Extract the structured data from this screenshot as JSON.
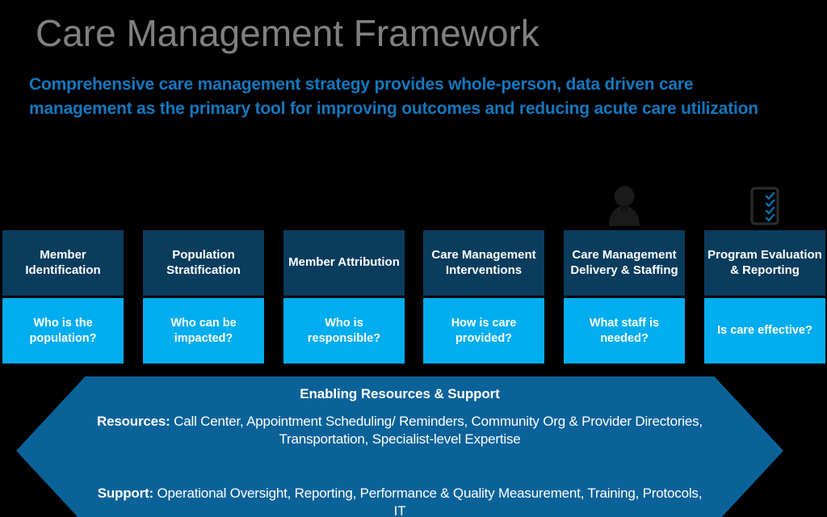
{
  "title": "Care Management Framework",
  "subtitle": "Comprehensive care management strategy provides whole-person, data driven care management as the primary tool for improving outcomes and reducing acute care utilization",
  "colors": {
    "background": "#000000",
    "title_gray": "#808080",
    "subtitle_blue": "#1478BE",
    "header_navy": "#0A3C5E",
    "question_cyan": "#00ADEF",
    "banner_blue": "#0B6299",
    "icon_dark": "#1A1A1A",
    "check_blue": "#0E6FA8"
  },
  "icons": [
    {
      "slot": 5,
      "name": "person-staff-icon"
    },
    {
      "slot": 6,
      "name": "checklist-clipboard-icon"
    }
  ],
  "columns": [
    {
      "header": "Member Identification",
      "question": "Who is the population?"
    },
    {
      "header": "Population Stratification",
      "question": "Who can be impacted?"
    },
    {
      "header": "Member Attribution",
      "question": "Who is responsible?"
    },
    {
      "header": "Care Management Interventions",
      "question": "How is care provided?"
    },
    {
      "header": "Care Management Delivery & Staffing",
      "question": "What staff is needed?"
    },
    {
      "header": "Program Evaluation & Reporting",
      "question": "Is care effective?"
    }
  ],
  "banner": {
    "title": "Enabling Resources & Support",
    "resources_label": "Resources:",
    "resources_text": " Call Center, Appointment Scheduling/ Reminders, Community Org & Provider Directories, Transportation, Specialist-level Expertise",
    "support_label": "Support:",
    "support_text": " Operational Oversight, Reporting, Performance & Quality Measurement, Training, Protocols, IT"
  }
}
